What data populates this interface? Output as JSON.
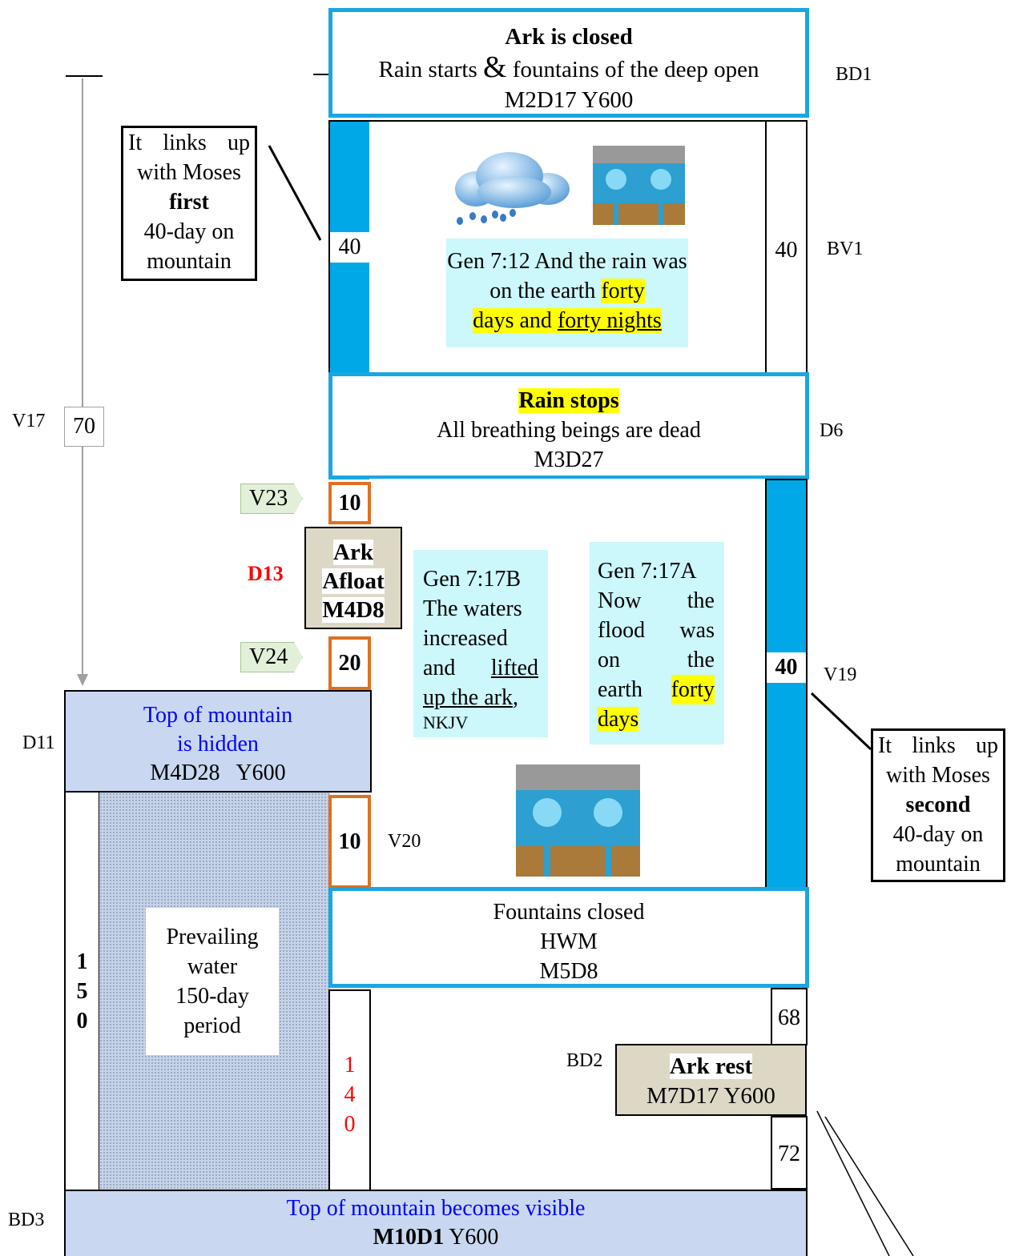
{
  "colors": {
    "blue_border": "#1aa6e2",
    "blue_fill": "#00a8e8",
    "orange": "#e07020",
    "cyan": "#ccf7fb",
    "tan": "#ddd8c5",
    "mountain": "#c9d8f0",
    "highlight": "#ffff00",
    "red": "#ff0000",
    "link_blue": "#0000ff"
  },
  "top_event": {
    "title": "Ark is closed",
    "line2_a": "Rain starts ",
    "amp": "&",
    "line2_b": " fountains of the deep open",
    "date": "M2D17 Y600",
    "tag": "BD1"
  },
  "rain_period": {
    "left_count": "40",
    "right_count": "40",
    "tag": "BV1",
    "icons": [
      "rain-cloud-icon",
      "flood-fountains-icon"
    ],
    "verse_a": "Gen 7:12 And the rain was on the earth ",
    "verse_hl1": "forty",
    "verse_hl2a": "days and ",
    "verse_hl2b": "forty nights"
  },
  "moses_first": {
    "l1": "It links up",
    "l2": "with Moses",
    "l3": "first",
    "l4": "40-day on",
    "l5": "mountain"
  },
  "rain_stops": {
    "title": "Rain stops",
    "line2": "All breathing beings are dead",
    "date": "M3D27",
    "tag": "D6"
  },
  "left_timeline": {
    "tag": "V17",
    "count": "70"
  },
  "afloat": {
    "v23": "V23",
    "n10a": "10",
    "d13": "D13",
    "box_l1": "Ark",
    "box_l2": "Afloat",
    "box_l3": "M4D8",
    "v24": "V24",
    "n20": "20",
    "n10b": "10",
    "v20": "V20"
  },
  "verse_17b": {
    "l1": "Gen 7:17B",
    "l2": "The waters",
    "l3": "increased",
    "l4a": "and ",
    "l4b": "lifted",
    "l5a": "up the ark",
    "l5b": ",",
    "l6": "NKJV"
  },
  "verse_17a": {
    "l1": "Gen 7:17A",
    "l2a": "Now",
    "l2b": "the",
    "l3a": "flood",
    "l3b": "was",
    "l4a": "on",
    "l4b": "the",
    "l5a": "earth",
    "l5b": "forty",
    "l6": "days"
  },
  "right_mid": {
    "count": "40",
    "tag": "V19"
  },
  "moses_second": {
    "l1": "It links up",
    "l2": "with Moses",
    "l3": "second",
    "l4": "40-day on",
    "l5": "mountain"
  },
  "mountain_hidden": {
    "l1": "Top of mountain",
    "l2": "is hidden",
    "l3": "M4D28   Y600",
    "tag": "D11"
  },
  "prevailing": {
    "vert": [
      "1",
      "5",
      "0"
    ],
    "l1": "Prevailing",
    "l2": "water",
    "l3": "150-day",
    "l4": "period"
  },
  "fountains_closed": {
    "l1": "Fountains closed",
    "l2": "HWM",
    "l3": "M5D8"
  },
  "lower": {
    "vert140": [
      "1",
      "4",
      "0"
    ],
    "n68": "68",
    "n72": "72",
    "bd2": "BD2",
    "rest_title": "Ark rest",
    "rest_date": "M7D17 Y600"
  },
  "bottom": {
    "l1": "Top of mountain becomes visible",
    "date_bold": "M10D1",
    "date_rest": " Y600",
    "tag": "BD3"
  }
}
